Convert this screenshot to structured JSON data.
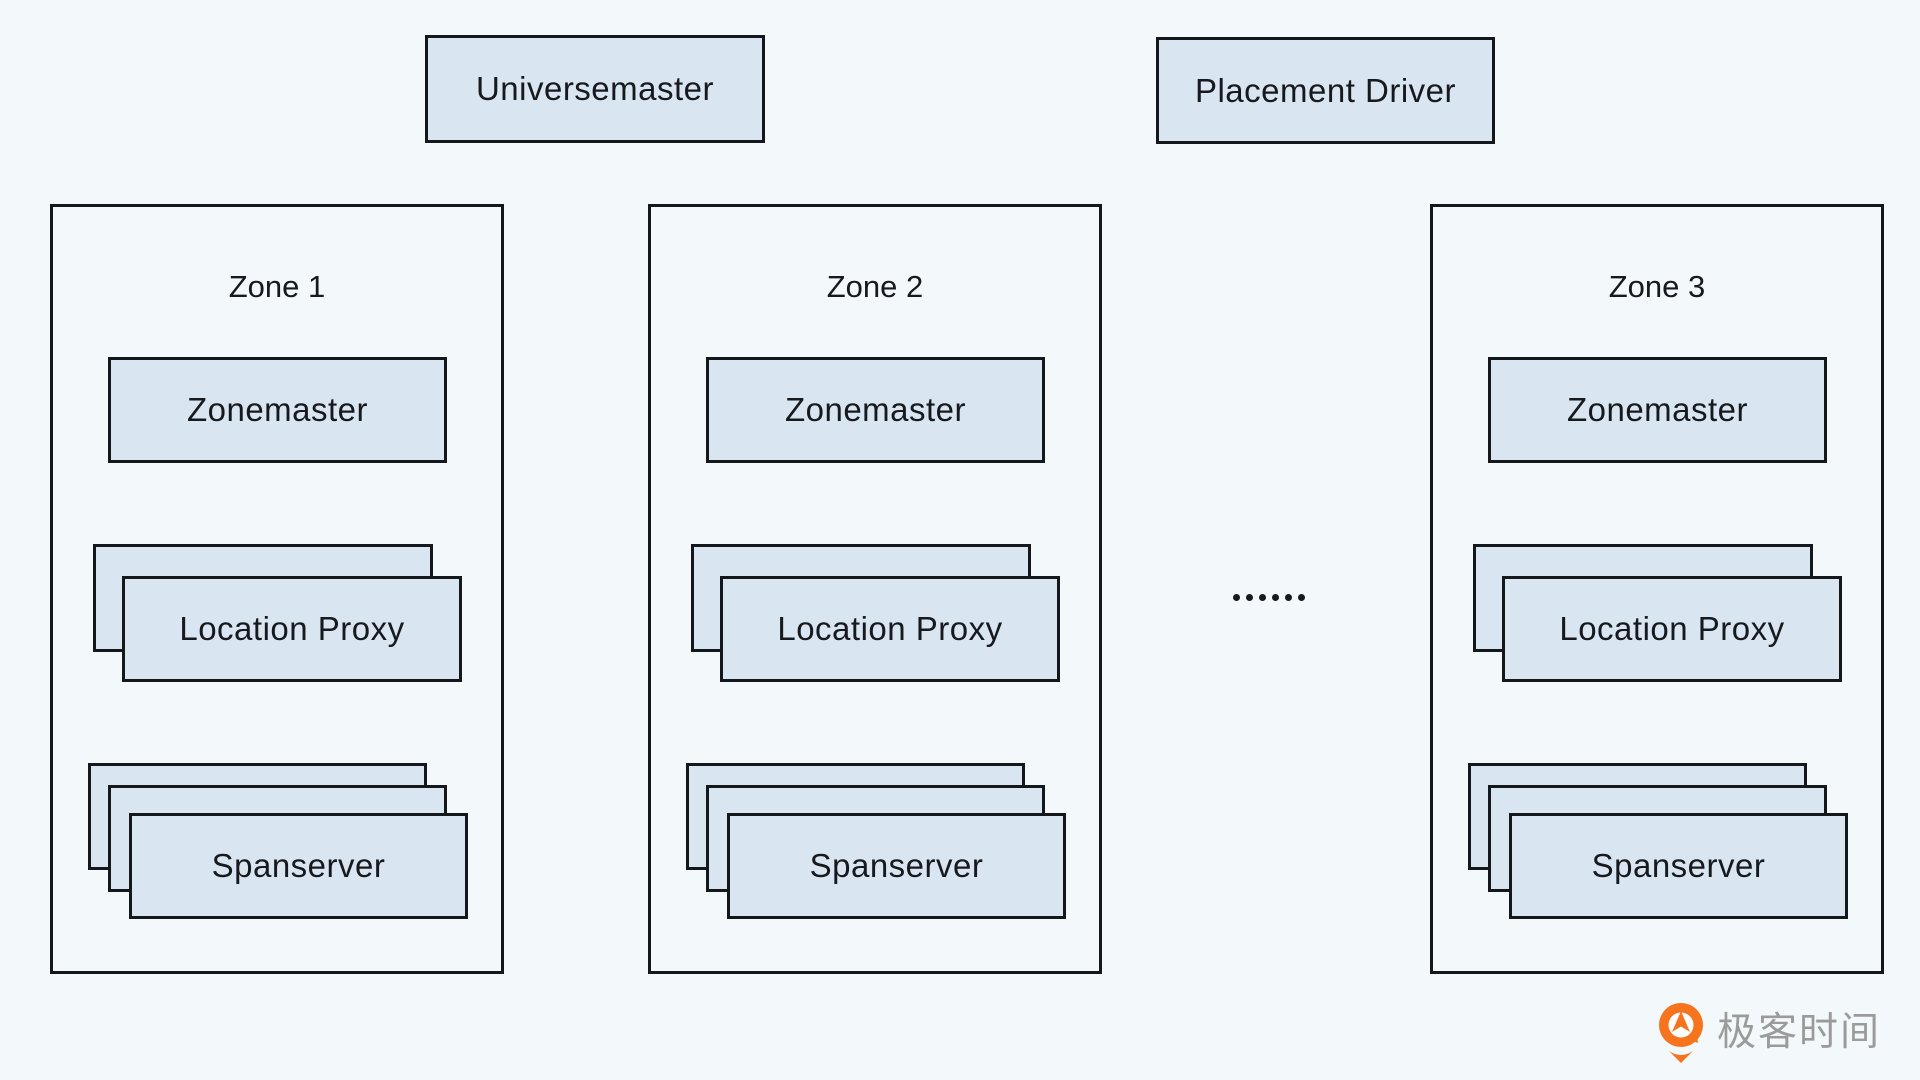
{
  "colors": {
    "background": "#f3f8fa",
    "box_fill": "#d9e5f1",
    "box_border": "#15181a",
    "text": "#16191d",
    "brand_orange": "#f7741f",
    "brand_gray": "#9b9b9b"
  },
  "top_boxes": {
    "universemaster": "Universemaster",
    "placement_driver": "Placement Driver"
  },
  "zones": [
    {
      "label": "Zone 1",
      "zonemaster": "Zonemaster",
      "location_proxy": "Location Proxy",
      "spanserver": "Spanserver"
    },
    {
      "label": "Zone 2",
      "zonemaster": "Zonemaster",
      "location_proxy": "Location Proxy",
      "spanserver": "Spanserver"
    },
    {
      "label": "Zone 3",
      "zonemaster": "Zonemaster",
      "location_proxy": "Location Proxy",
      "spanserver": "Spanserver"
    }
  ],
  "ellipsis_label": "……",
  "watermark": {
    "brand": "极客时间"
  }
}
